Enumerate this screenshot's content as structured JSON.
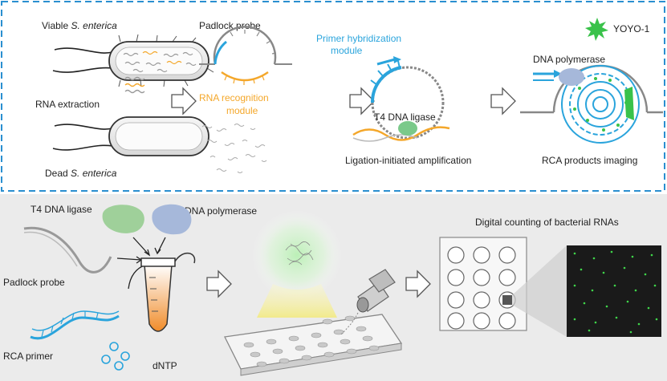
{
  "top_panel": {
    "viable_prefix": "Viable ",
    "viable_species": "S. enterica",
    "rna_extraction": "RNA extraction",
    "dead_prefix": "Dead ",
    "dead_species": "S. enterica",
    "padlock_probe": "Padlock probe",
    "rna_recognition_line1": "RNA recognition",
    "rna_recognition_line2": "module",
    "primer_hybridization_line1": "Primer hybridization",
    "primer_hybridization_line2": "module",
    "t4_dna_ligase": "T4 DNA ligase",
    "ligation_amplification": "Ligation-initiated amplification",
    "dna_polymerase": "DNA polymerase",
    "yoyo": "YOYO-1",
    "rca_imaging": "RCA products imaging"
  },
  "bottom_panel": {
    "t4_dna_ligase": "T4 DNA ligase",
    "dna_polymerase": "DNA polymerase",
    "padlock_probe": "Padlock probe",
    "rca_primer": "RCA primer",
    "dntp": "dNTP",
    "digital_counting": "Digital counting of bacterial RNAs"
  },
  "colors": {
    "panel_border": "#2a8fd0",
    "primer_blue": "#2aa4dc",
    "rna_orange": "#f4a72a",
    "green_signal": "#39c24a",
    "bottom_background": "#ebebeb"
  }
}
